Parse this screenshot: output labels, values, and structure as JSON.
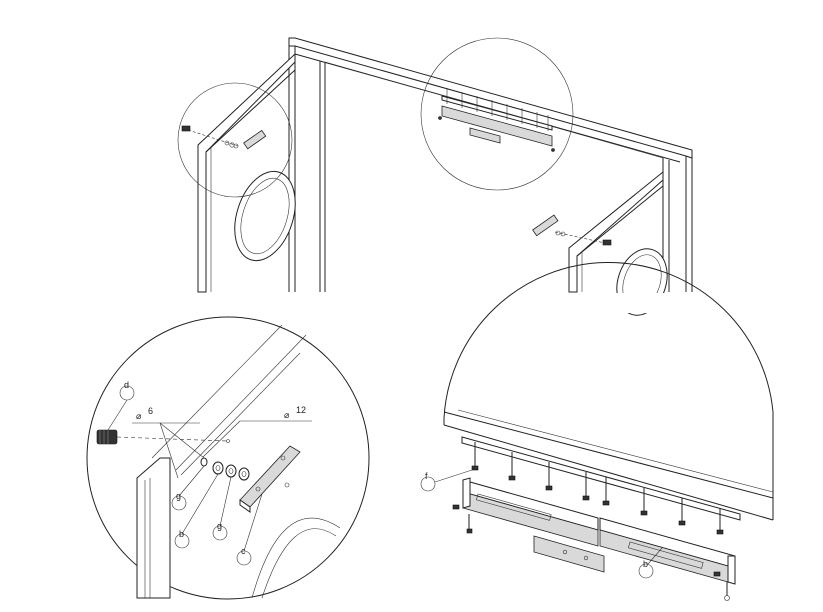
{
  "callouts": {
    "d": "d",
    "g1": "g",
    "b1": "b",
    "g2": "g",
    "c": "c",
    "f": "f",
    "b2": "b"
  },
  "dimensions": {
    "dia_small": "6",
    "dia_large": "12",
    "dia_symbol": "⌀"
  }
}
